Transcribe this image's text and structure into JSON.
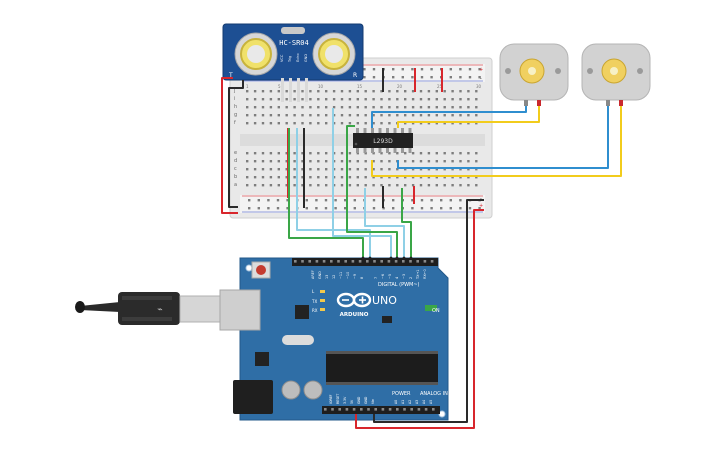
{
  "sensor": {
    "model": "HC-SR04",
    "pins": [
      "VCC",
      "Trig",
      "Echo",
      "GND"
    ],
    "corner_left": "T",
    "corner_right": "R"
  },
  "driver_chip": {
    "label": "L293D"
  },
  "breadboard": {
    "row_letters_top": [
      "j",
      "i",
      "h",
      "g",
      "f"
    ],
    "row_letters_bottom": [
      "e",
      "d",
      "c",
      "b",
      "a"
    ],
    "rail_plus": "+",
    "rail_minus": "-",
    "column_numbers": [
      "1",
      "5",
      "10",
      "15",
      "20",
      "25",
      "30"
    ]
  },
  "arduino": {
    "brand": "ARDUINO",
    "model": "UNO",
    "digital_label": "DIGITAL (PWM~)",
    "power_label": "POWER",
    "analog_label": "ANALOG IN",
    "led_labels": [
      "L",
      "TX",
      "RX"
    ],
    "on_label": "ON",
    "digital_pins": [
      "AREF",
      "GND",
      "13",
      "12",
      "~11",
      "~10",
      "~9",
      "8",
      "7",
      "~6",
      "~5",
      "4",
      "~3",
      "2",
      "TX→1",
      "RX←0"
    ],
    "power_pins": [
      "IOREF",
      "RESET",
      "3.3V",
      "5V",
      "GND",
      "GND",
      "Vin"
    ],
    "analog_pins": [
      "A0",
      "A1",
      "A2",
      "A3",
      "A4",
      "A5"
    ]
  },
  "colors": {
    "board_blue": "#2f6ea6",
    "wire_red": "#d8262c",
    "wire_black": "#2a2a2a",
    "wire_green": "#3aa647",
    "wire_lightblue": "#8fd0e6",
    "wire_blue": "#2f8ecf",
    "wire_yellow": "#f2cc1c"
  }
}
